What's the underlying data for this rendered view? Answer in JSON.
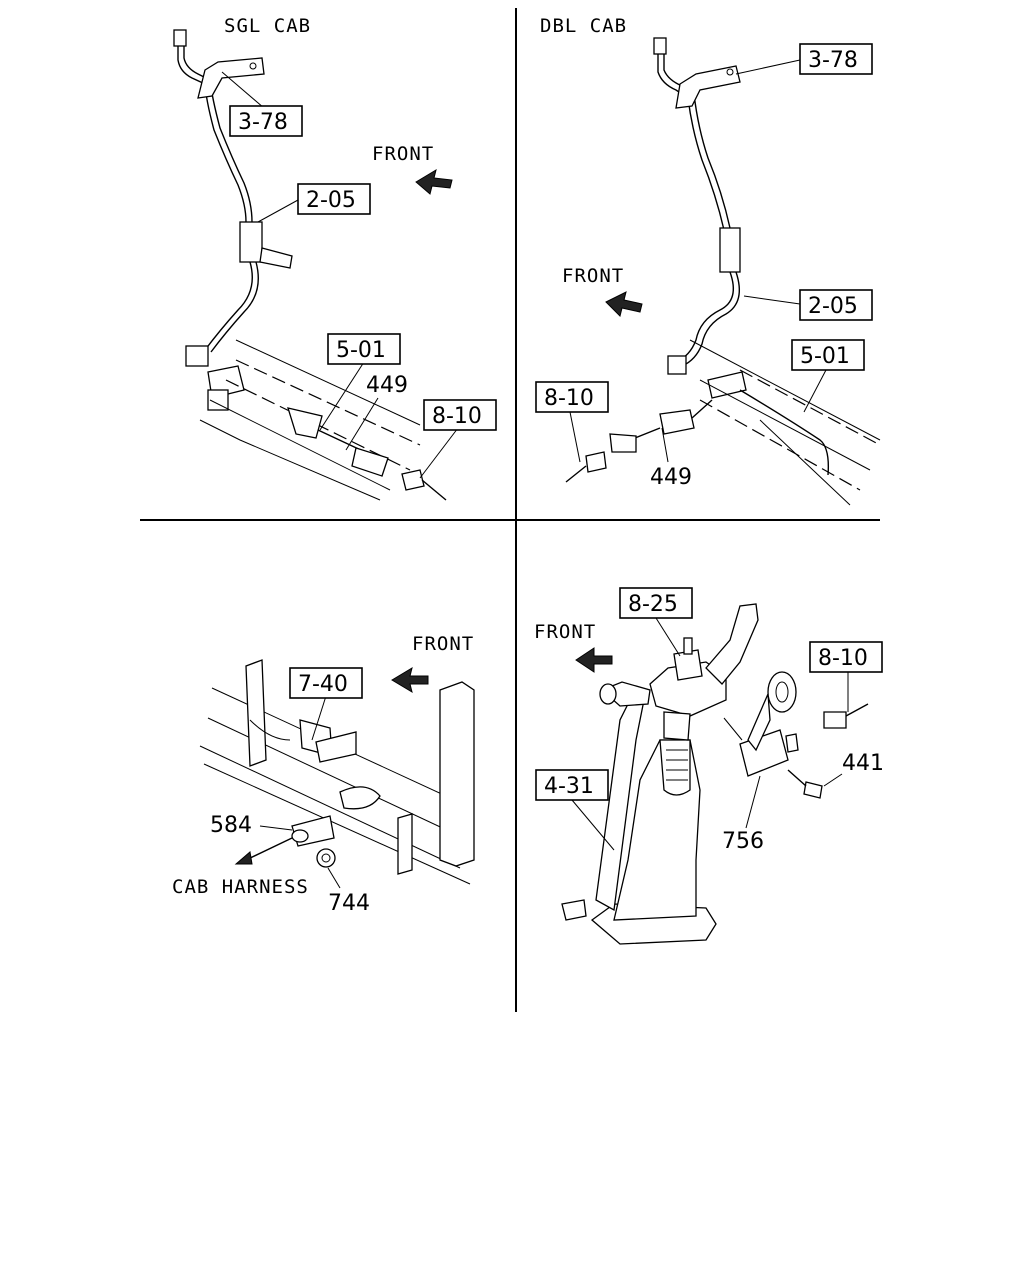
{
  "quadrants": {
    "top_left": {
      "title": "SGL CAB",
      "front_label": "FRONT",
      "refs": [
        "3-78",
        "2-05",
        "5-01",
        "8-10"
      ],
      "part_numbers": [
        "449"
      ]
    },
    "top_right": {
      "title": "DBL CAB",
      "front_label": "FRONT",
      "refs": [
        "3-78",
        "2-05",
        "5-01",
        "8-10"
      ],
      "part_numbers": [
        "449"
      ]
    },
    "bottom_left": {
      "front_label": "FRONT",
      "refs": [
        "7-40"
      ],
      "part_numbers": [
        "584",
        "744"
      ],
      "note": "CAB HARNESS"
    },
    "bottom_right": {
      "front_label": "FRONT",
      "refs": [
        "8-25",
        "8-10",
        "4-31"
      ],
      "part_numbers": [
        "441",
        "756"
      ]
    }
  }
}
